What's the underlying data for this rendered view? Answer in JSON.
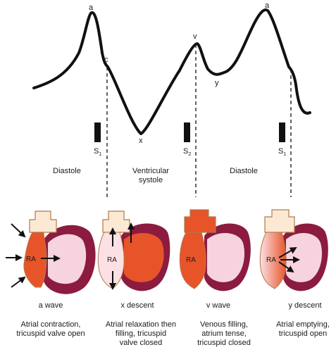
{
  "waveform_points": {
    "a1": "a",
    "c": "c",
    "x": "x",
    "v": "v",
    "y": "y",
    "a2": "a"
  },
  "heart_sounds": [
    {
      "letter": "S",
      "sub": "1"
    },
    {
      "letter": "S",
      "sub": "2"
    },
    {
      "letter": "S",
      "sub": "1"
    }
  ],
  "phases": {
    "diastole1": "Diastole",
    "systole_l1": "Ventricular",
    "systole_l2": "systole",
    "diastole2": "Diastole"
  },
  "heart_label": "RA",
  "panels": [
    {
      "title": "a wave",
      "lines": [
        "Atrial contraction,",
        "tricuspid valve open"
      ]
    },
    {
      "title": "x descent",
      "lines": [
        "Atrial relaxation then",
        "filling, tricuspid",
        "valve closed"
      ]
    },
    {
      "title": "v wave",
      "lines": [
        "Venous filling,",
        "atrium tense,",
        "tricuspid closed"
      ]
    },
    {
      "title": "y descent",
      "lines": [
        "Atrial emptying,",
        "tricuspid open"
      ]
    }
  ],
  "colors": {
    "ventricle_dark": "#8b1c3f",
    "ventricle_light": "#f6d3df",
    "atrium_orange": "#e8542a",
    "atrium_light": "#fbe0e4",
    "vessel_cream": "#fbe9d4",
    "vessel_outline": "#b07a4a"
  }
}
